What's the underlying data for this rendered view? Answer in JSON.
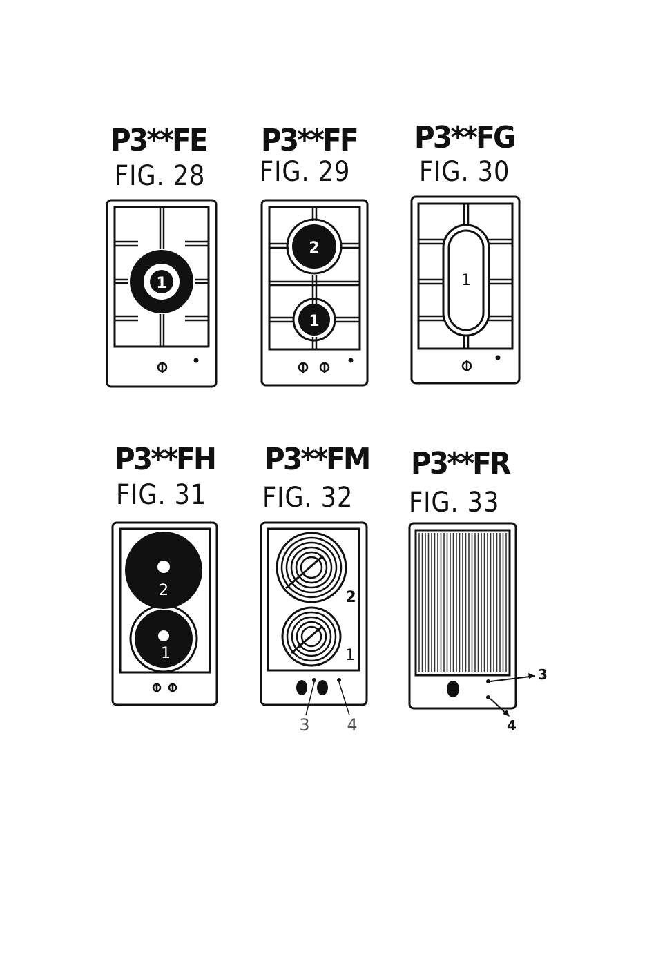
{
  "figures": [
    {
      "model": "P3**FE",
      "fig": "FIG. 28",
      "burners": [
        "1"
      ]
    },
    {
      "model": "P3**FF",
      "fig": "FIG. 29",
      "burners": [
        "2",
        "1"
      ]
    },
    {
      "model": "P3**FG",
      "fig": "FIG. 30",
      "burners": [
        "1"
      ]
    },
    {
      "model": "P3**FH",
      "fig": "FIG. 31",
      "burners": [
        "2",
        "1"
      ]
    },
    {
      "model": "P3**FM",
      "fig": "FIG. 32",
      "burners": [
        "2",
        "1"
      ],
      "callouts": [
        "3",
        "4"
      ]
    },
    {
      "model": "P3**FR",
      "fig": "FIG. 33",
      "callouts": [
        "3",
        "4"
      ]
    }
  ]
}
